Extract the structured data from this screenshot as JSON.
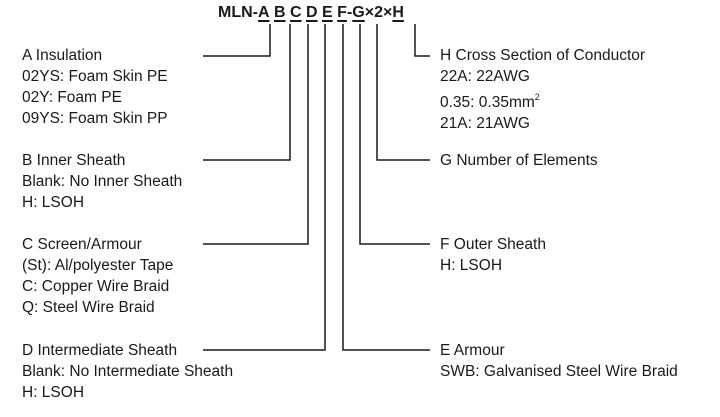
{
  "code": {
    "prefix": "MLN-",
    "a": "A",
    "b": "B",
    "c": "C",
    "d": "D",
    "e": "E",
    "f": "F",
    "dash": "-",
    "g": "G",
    "times1": "×2×",
    "h": "H"
  },
  "left": {
    "a": {
      "title": "A Insulation",
      "lines": [
        "02YS: Foam Skin PE",
        "02Y: Foam PE",
        "09YS: Foam Skin PP"
      ]
    },
    "b": {
      "title": "B Inner Sheath",
      "lines": [
        "Blank: No Inner Sheath",
        "H: LSOH"
      ]
    },
    "c": {
      "title": "C Screen/Armour",
      "lines": [
        "(St): Al/polyester Tape",
        "C: Copper Wire Braid",
        "Q: Steel Wire Braid"
      ]
    },
    "d": {
      "title": "D Intermediate Sheath",
      "lines": [
        "Blank: No Intermediate Sheath",
        "H: LSOH"
      ]
    }
  },
  "right": {
    "h": {
      "title": "H Cross Section of Conductor",
      "line1": "22A: 22AWG",
      "line2_main": "0.35: 0.35mm",
      "line2_sup": "2",
      "line3": "21A: 21AWG"
    },
    "g": {
      "title": "G Number of Elements"
    },
    "f": {
      "title": "F Outer Sheath",
      "lines": [
        "H: LSOH"
      ]
    },
    "e": {
      "title": "E Armour",
      "lines": [
        "SWB: Galvanised Steel Wire Braid"
      ]
    }
  },
  "colors": {
    "text": "#1a1a1a",
    "line": "#1a1a1a"
  }
}
